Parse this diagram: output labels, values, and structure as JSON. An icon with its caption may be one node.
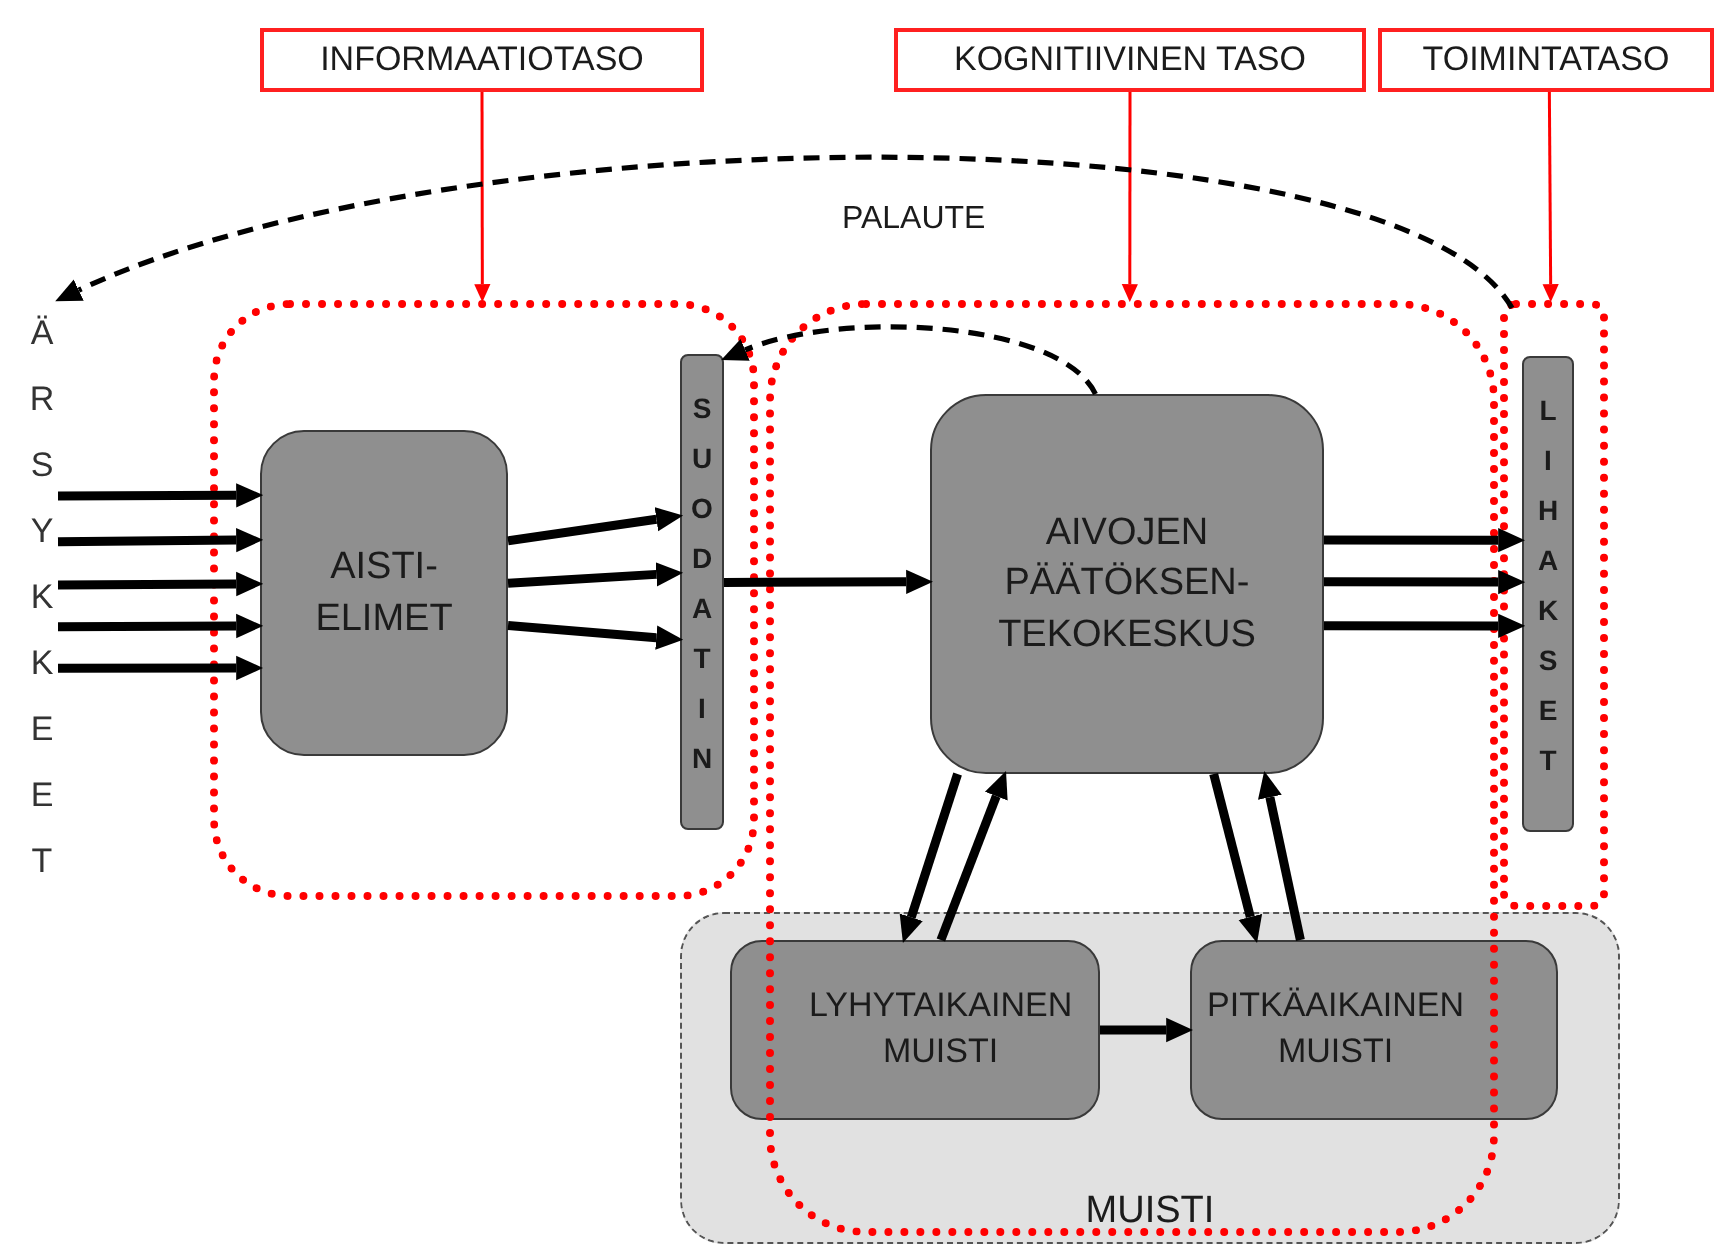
{
  "diagram": {
    "nodes": [
      {
        "text": [
          "INFORMAATIOTASO"
        ]
      },
      {
        "text": [
          "KOGNITIIVINEN TASO"
        ]
      },
      {
        "text": [
          "TOIMINTATASO"
        ]
      },
      {
        "text": [
          "ÄRSYKKEET"
        ]
      },
      {
        "text": [],
        "shape": "box"
      },
      {
        "text": [
          "AISTI- ELIMET"
        ],
        "in": 4
      },
      {
        "text": [
          "SUODATIN"
        ],
        "in": 4
      },
      {
        "text": [],
        "shape": "box"
      },
      {
        "text": [
          "AIVOJEN PÄÄTÖKSEN- TEKOKESKUS"
        ],
        "in": 7
      },
      {
        "text": [],
        "shape": "box"
      },
      {
        "text": [
          "LIHAKSET"
        ],
        "in": 9
      },
      {
        "text": [
          "MUISTI"
        ]
      },
      {
        "text": [
          "LYHYTAIKAINEN MUISTI"
        ],
        "in": 11
      },
      {
        "text": [
          "PITKÄAIKAINEN MUISTI"
        ],
        "in": 11
      }
    ],
    "edges": [
      {
        "from": 0,
        "to": 4,
        "arrow": "to",
        "color": "#ff0000"
      },
      {
        "from": 1,
        "to": 7,
        "arrow": "to",
        "color": "#ff0000"
      },
      {
        "from": 2,
        "to": 9,
        "arrow": "to",
        "color": "#ff0000"
      },
      {
        "from": 9,
        "to": 3,
        "arrow": "to",
        "style": "dashed",
        "label": "PALAUTE"
      },
      {
        "from": 8,
        "to": 6,
        "arrow": "to",
        "style": "dashed"
      },
      {
        "from": 3,
        "to": 5,
        "arrow": "to"
      },
      {
        "from": 3,
        "to": 5,
        "arrow": "to"
      },
      {
        "from": 3,
        "to": 5,
        "arrow": "to"
      },
      {
        "from": 3,
        "to": 5,
        "arrow": "to"
      },
      {
        "from": 3,
        "to": 5,
        "arrow": "to"
      },
      {
        "from": 5,
        "to": 6,
        "arrow": "to"
      },
      {
        "from": 5,
        "to": 6,
        "arrow": "to"
      },
      {
        "from": 5,
        "to": 6,
        "arrow": "to"
      },
      {
        "from": 6,
        "to": 8,
        "arrow": "to"
      },
      {
        "from": 8,
        "to": 10,
        "arrow": "to"
      },
      {
        "from": 8,
        "to": 10,
        "arrow": "to"
      },
      {
        "from": 8,
        "to": 10,
        "arrow": "to"
      },
      {
        "from": 8,
        "to": 12,
        "arrow": "to"
      },
      {
        "from": 12,
        "to": 8,
        "arrow": "to"
      },
      {
        "from": 8,
        "to": 13,
        "arrow": "to"
      },
      {
        "from": 13,
        "to": 8,
        "arrow": "to"
      },
      {
        "from": 12,
        "to": 13,
        "arrow": "to"
      }
    ]
  }
}
